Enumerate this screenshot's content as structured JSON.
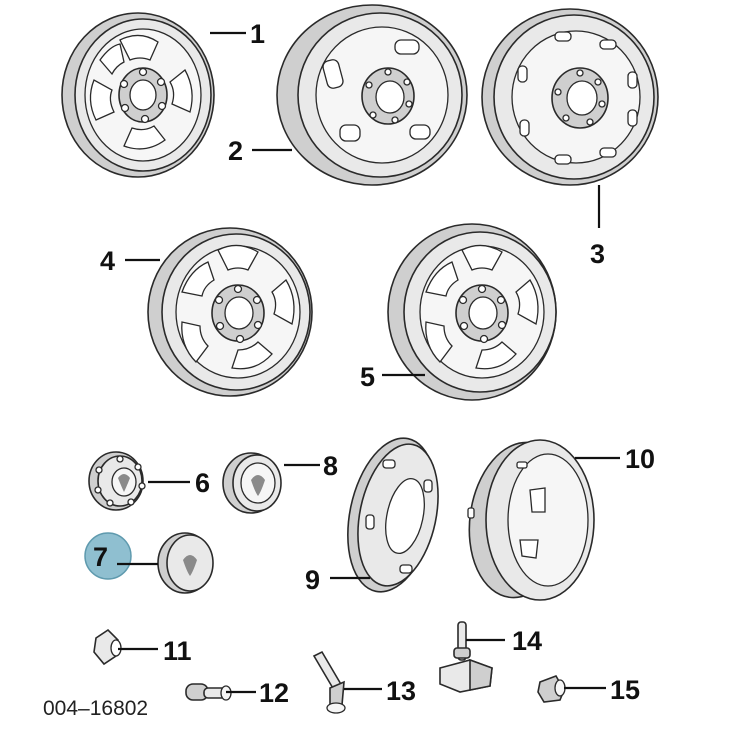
{
  "diagram": {
    "figure_id": "004–16802",
    "highlight_color": "#8fbfd0",
    "highlighted_callout": "7",
    "parts": [
      {
        "callout": "1",
        "icon": "styled-steel-wheel-icon"
      },
      {
        "callout": "2",
        "icon": "dually-steel-wheel-icon"
      },
      {
        "callout": "3",
        "icon": "steel-wheel-icon"
      },
      {
        "callout": "4",
        "icon": "five-spoke-wheel-icon"
      },
      {
        "callout": "5",
        "icon": "five-spoke-wheel-icon"
      },
      {
        "callout": "6",
        "icon": "hub-cap-icon"
      },
      {
        "callout": "7",
        "icon": "center-cap-icon"
      },
      {
        "callout": "8",
        "icon": "center-cap-icon"
      },
      {
        "callout": "9",
        "icon": "wheel-skin-icon"
      },
      {
        "callout": "10",
        "icon": "wheel-skin-icon"
      },
      {
        "callout": "11",
        "icon": "lug-nut-icon"
      },
      {
        "callout": "12",
        "icon": "valve-stem-icon"
      },
      {
        "callout": "13",
        "icon": "valve-stem-icon"
      },
      {
        "callout": "14",
        "icon": "tpms-sensor-icon"
      },
      {
        "callout": "15",
        "icon": "lug-nut-cap-icon"
      }
    ]
  }
}
